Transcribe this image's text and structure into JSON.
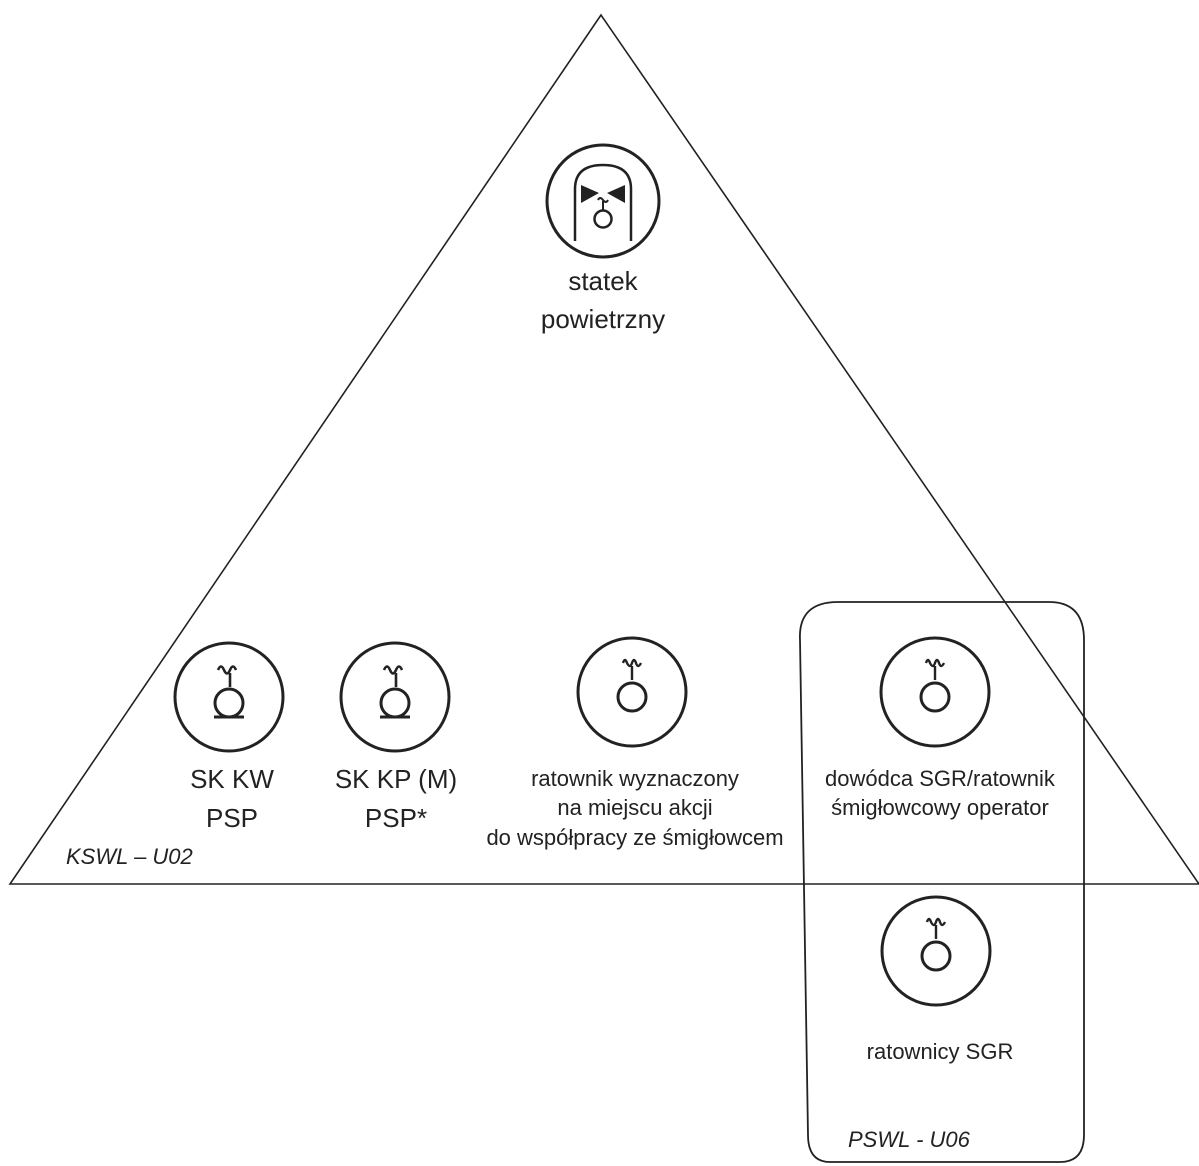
{
  "diagram": {
    "zones": {
      "triangle_tag": "KSWL – U02",
      "box_tag": "PSWL - U06"
    },
    "nodes": {
      "aircraft": {
        "line1": "statek",
        "line2": "powietrzny",
        "icon": "aircraft-crew-icon"
      },
      "sk_kw": {
        "line1": "SK KW",
        "line2": "PSP",
        "icon": "commander-person-icon"
      },
      "sk_kp": {
        "line1": "SK KP (M)",
        "line2": "PSP*",
        "icon": "commander-person-icon"
      },
      "ratownik": {
        "line1": "ratownik wyznaczony",
        "line2": "na miejscu akcji",
        "line3": "do współpracy ze śmigłowcem",
        "icon": "rescuer-person-icon"
      },
      "dowodca": {
        "line1": "dowódca SGR/ratownik",
        "line2": "śmigłowcowy operator",
        "icon": "rescuer-person-icon"
      },
      "ratownicy": {
        "line1": "ratownicy SGR",
        "icon": "rescuer-person-icon"
      }
    }
  }
}
